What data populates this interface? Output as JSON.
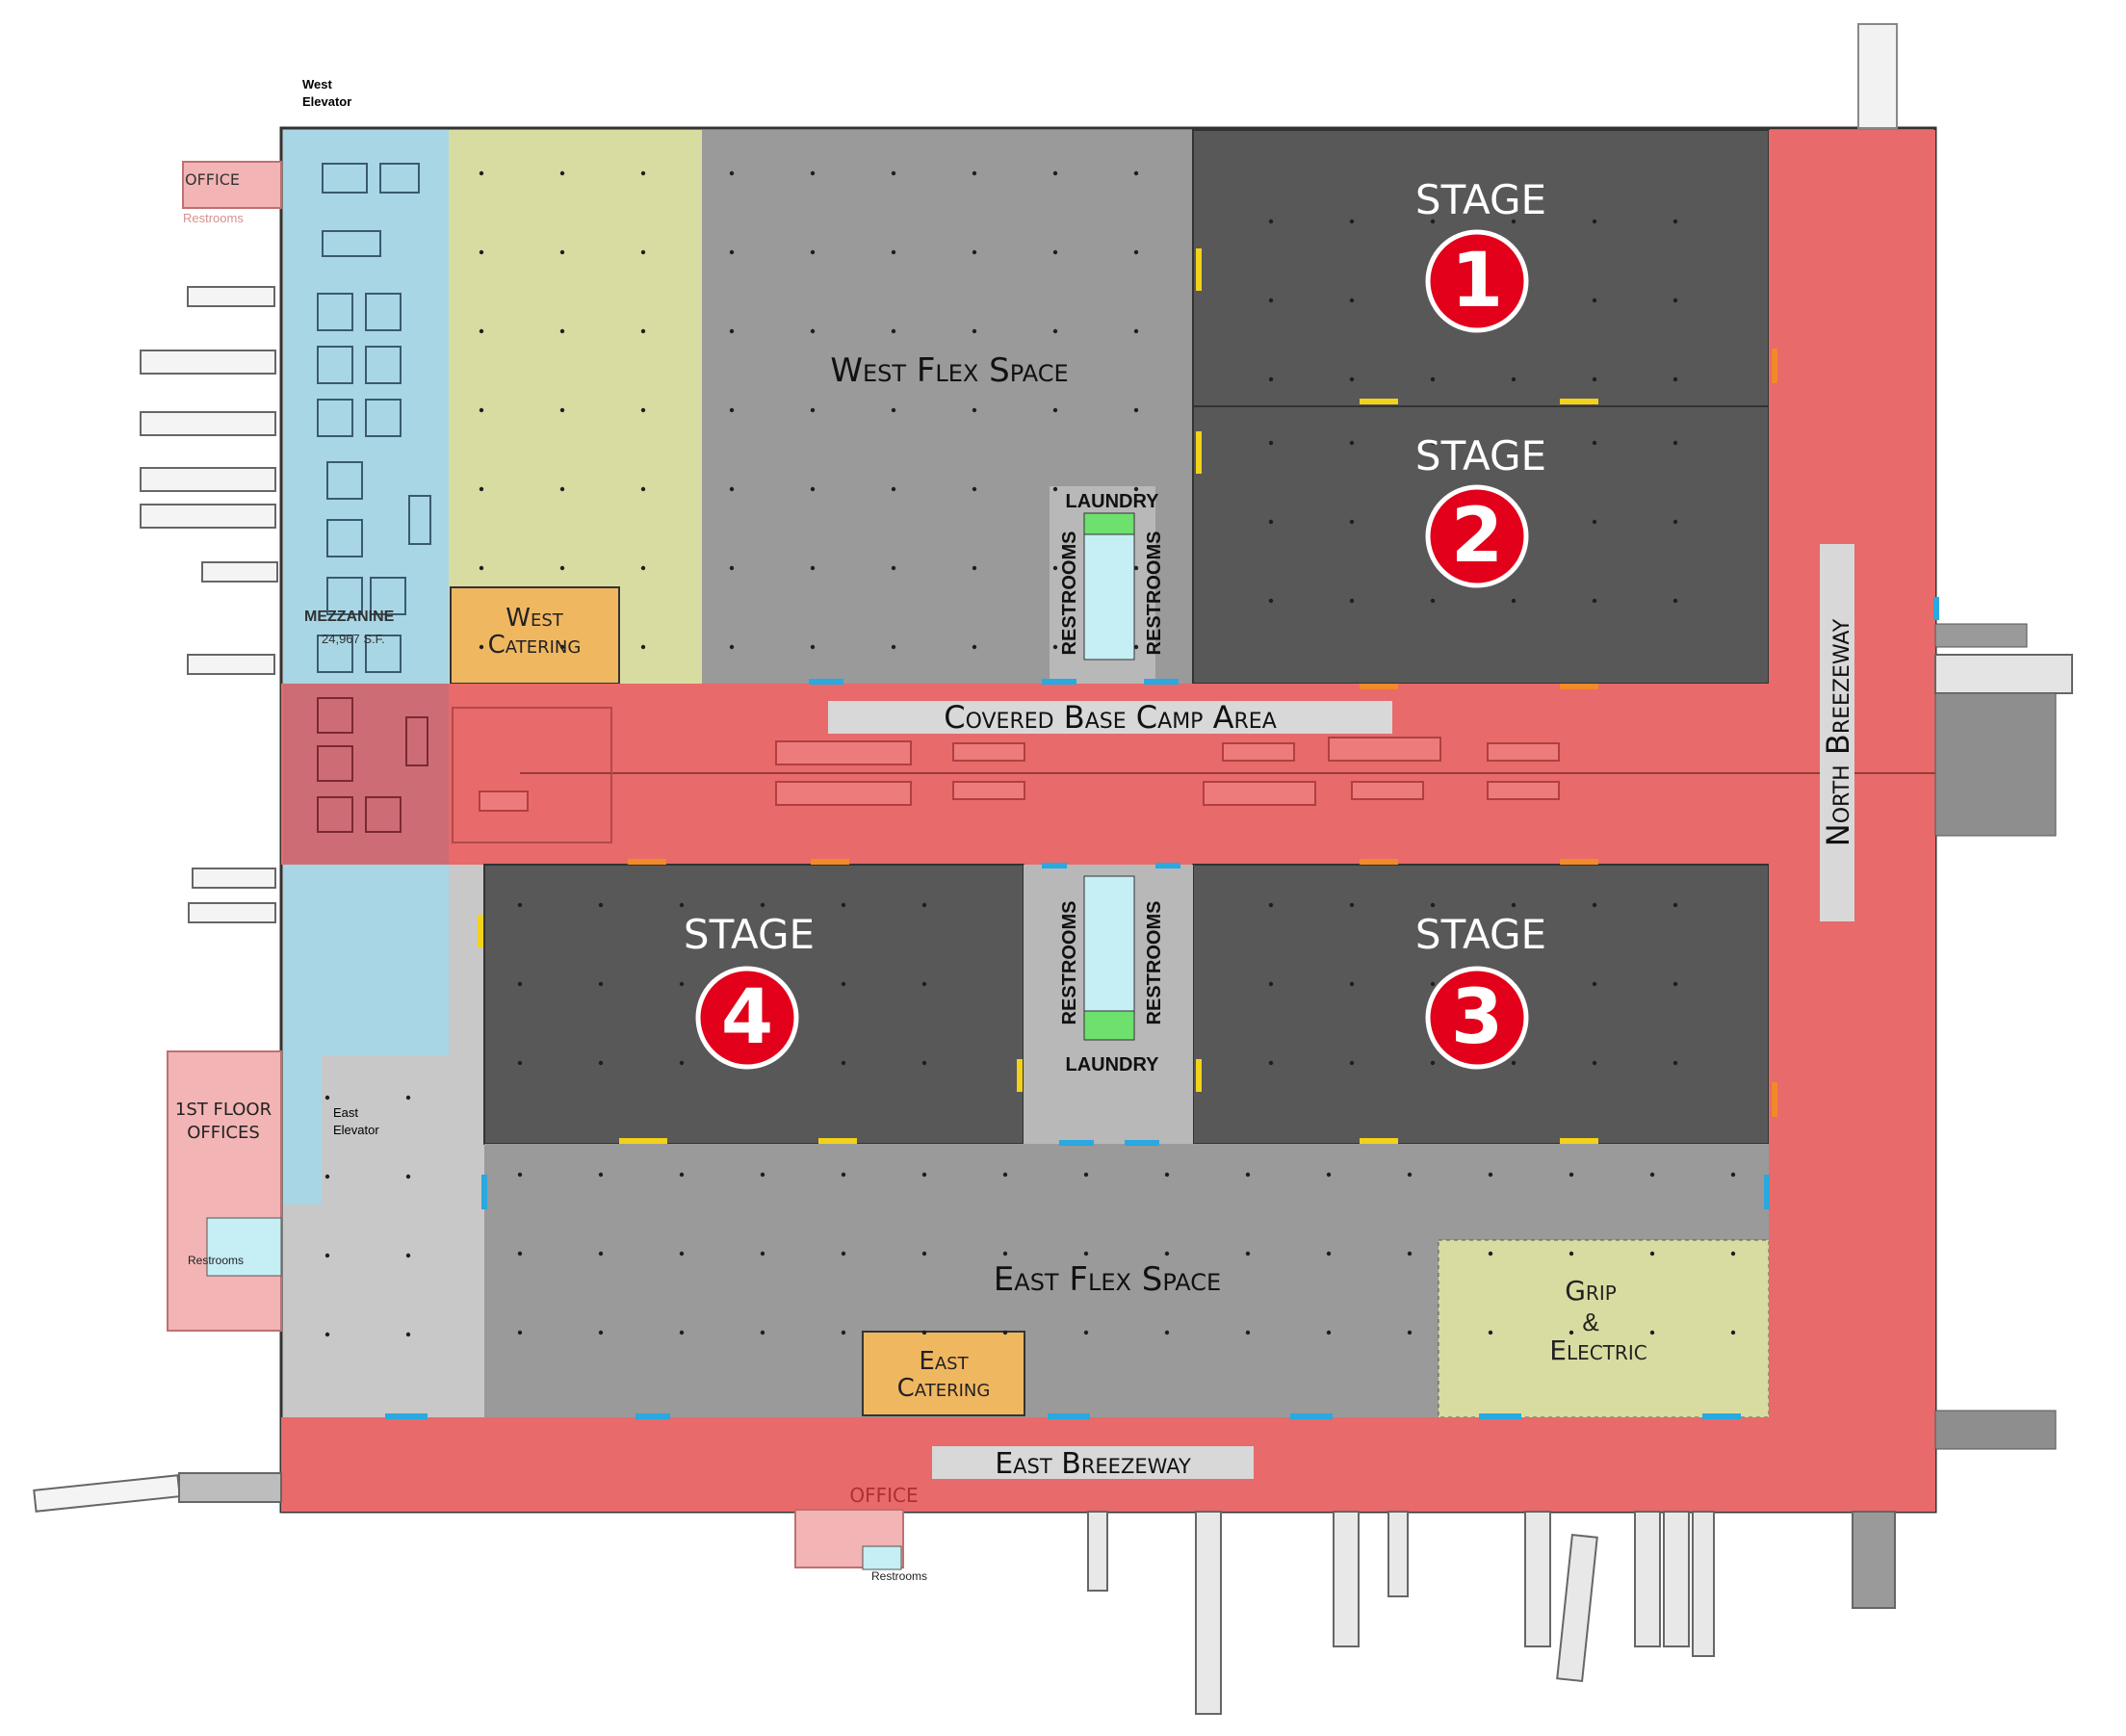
{
  "labels": {
    "west_elevator": [
      "West",
      "Elevator"
    ],
    "east_elevator": [
      "East",
      "Elevator"
    ],
    "office_nw": "OFFICE",
    "restrooms_nw": "Restrooms",
    "mezzanine": "MEZZANINE",
    "mezzanine_sf": "24,967 S.F.",
    "first_floor_offices": [
      "1ST FLOOR",
      "OFFICES"
    ],
    "restrooms_w": "Restrooms",
    "office_s": "OFFICE",
    "restrooms_s": "Restrooms"
  },
  "zones": {
    "west_flex": "West Flex Space",
    "east_flex": "East Flex Space",
    "west_catering": [
      "West",
      "Catering"
    ],
    "east_catering": [
      "East",
      "Catering"
    ],
    "grip_electric": [
      "Grip",
      "&",
      "Electric"
    ],
    "covered_base_camp": "Covered  Base Camp Area",
    "north_breezeway": "North  Breezeway",
    "east_breezeway": "East Breezeway",
    "laundry_top": "LAUNDRY",
    "laundry_bottom": "LAUNDRY",
    "restrooms_vertical": "RESTROOMS"
  },
  "stages": [
    {
      "label": "STAGE",
      "number": "1"
    },
    {
      "label": "STAGE",
      "number": "2"
    },
    {
      "label": "STAGE",
      "number": "3"
    },
    {
      "label": "STAGE",
      "number": "4"
    }
  ],
  "colors": {
    "breezeway_red": "#e86a6a",
    "stage_dark": "#585858",
    "flex_gray": "#9a9a9a",
    "mezzanine_blue": "#a9d6e5",
    "yellow_green": "#d9dca0",
    "catering_orange": "#f0b761",
    "office_pink": "#f2b4b4",
    "stage_badge_red": "#e2001a",
    "restroom_cyan": "#c5eef5",
    "laundry_green": "#6ee06e"
  }
}
